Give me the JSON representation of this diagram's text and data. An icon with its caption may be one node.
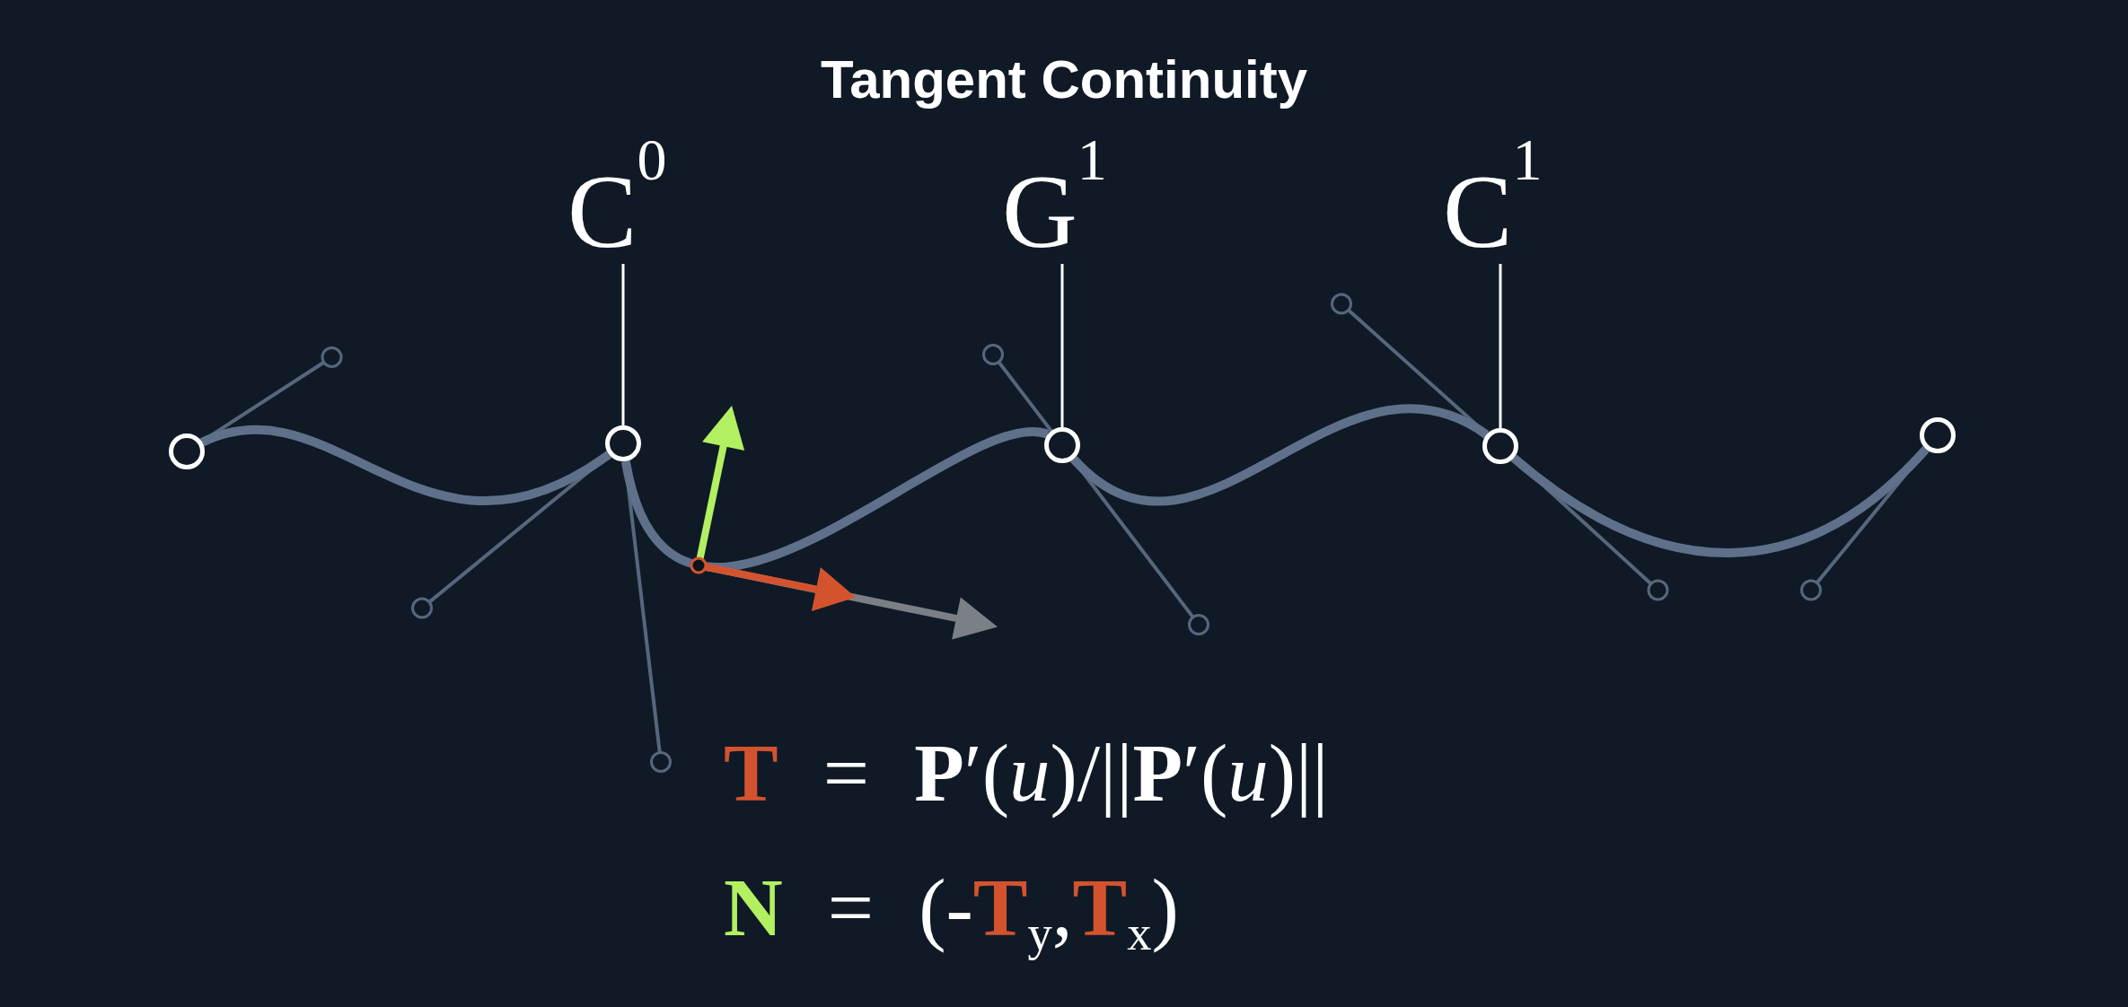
{
  "diagram": {
    "title": "Tangent Continuity",
    "nodes": [
      {
        "text": [
          "C$^{0}$"
        ]
      },
      {
        "text": [
          "G$^{1}$"
        ]
      },
      {
        "text": [
          "C$^{1}$"
        ]
      },
      {
        "text": [],
        "shape": "circle"
      },
      {
        "text": [],
        "shape": "circle"
      },
      {
        "text": [],
        "shape": "circle"
      },
      {
        "text": [],
        "shape": "circle"
      },
      {
        "text": [],
        "shape": "circle"
      }
    ],
    "edges": [
      {
        "from": 0,
        "to": 4,
        "arrow": "none",
        "color": "#ffffff"
      },
      {
        "from": 1,
        "to": 5,
        "arrow": "none",
        "color": "#ffffff"
      },
      {
        "from": 2,
        "to": 6,
        "arrow": "none",
        "color": "#ffffff"
      },
      {
        "from": 3,
        "to": 4,
        "arrow": "none"
      },
      {
        "from": 4,
        "to": 5,
        "arrow": "none"
      },
      {
        "from": 5,
        "to": 6,
        "arrow": "none"
      },
      {
        "from": 6,
        "to": 7,
        "arrow": "none"
      }
    ],
    "labels": [
      "**T** = **P**′(*u*)/||**P**′(*u*)||",
      "**N** = (-**T**$_{y}$,**T**$_{x}$)"
    ]
  }
}
